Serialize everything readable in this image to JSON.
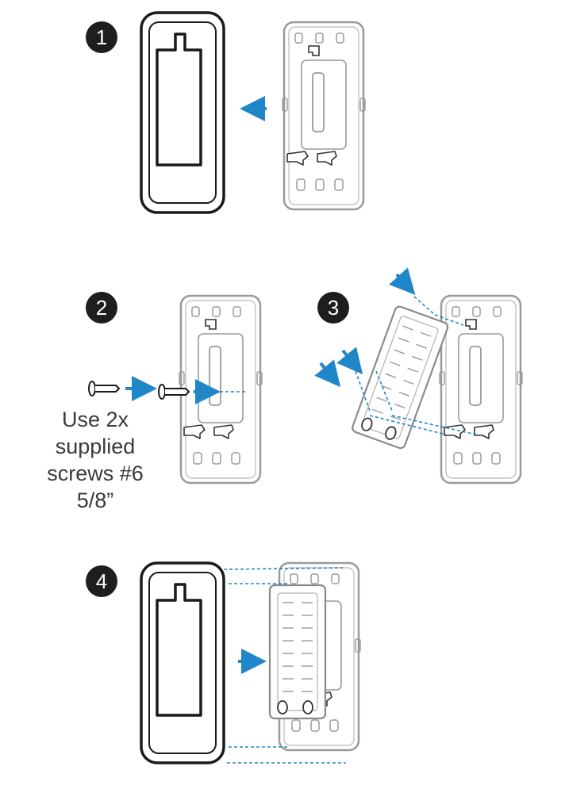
{
  "colors": {
    "badge": "#1e1e1e",
    "arrow": "#1f86c8",
    "outline_dark": "#1a1a1a",
    "outline_light": "#9a9a9a",
    "text": "#3a3a3a"
  },
  "steps": [
    {
      "number": "1"
    },
    {
      "number": "2",
      "note_lines": [
        "Use 2x",
        "supplied",
        "screws #6",
        "5/8”"
      ]
    },
    {
      "number": "3"
    },
    {
      "number": "4"
    }
  ]
}
